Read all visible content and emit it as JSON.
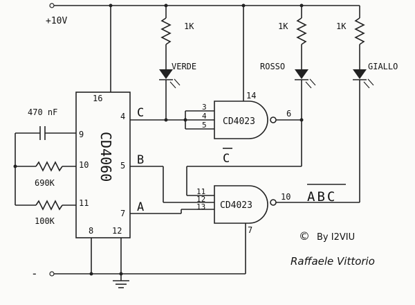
{
  "supply": {
    "positive": "+10V",
    "negative": "-"
  },
  "ic_counter": {
    "name": "CD4060",
    "pins": {
      "vdd": "16",
      "c_out": "4",
      "b_out": "5",
      "a_out": "7",
      "p9": "9",
      "p10": "10",
      "p11": "11",
      "p8": "8",
      "p12": "12"
    }
  },
  "timing": {
    "capacitor": "470 nF",
    "r1": "690K",
    "r2": "100K"
  },
  "resistors": {
    "r_green": "1K",
    "r_red": "1K",
    "r_yellow": "1K"
  },
  "leds": {
    "green": "VERDE",
    "red": "ROSSO",
    "yellow": "GIALLO"
  },
  "gate_top": {
    "name": "CD4023",
    "in1": "3",
    "in2": "4",
    "in3": "5",
    "vdd": "14",
    "out": "6"
  },
  "gate_bottom": {
    "name": "CD4023",
    "in1": "11",
    "in2": "12",
    "in3": "13",
    "out": "10",
    "gnd": "7"
  },
  "signals": {
    "c": "C",
    "b": "B",
    "a": "A",
    "c_bar": "C",
    "abc_bar": "ABC"
  },
  "credit": {
    "symbol": "©",
    "text": "By I2VIU",
    "signature": "Raffaele Vittorio"
  }
}
